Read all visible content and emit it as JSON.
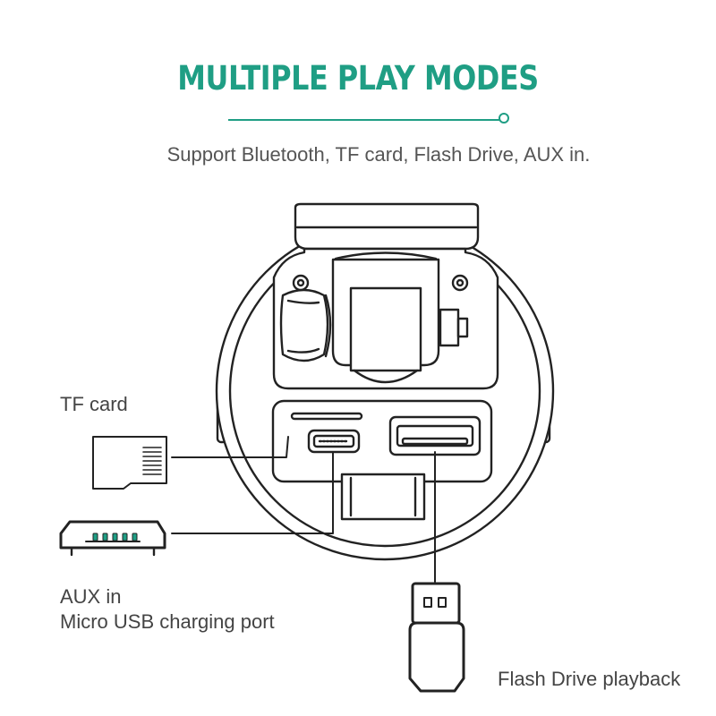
{
  "header": {
    "title": "MULTIPLE PLAY MODES",
    "subtitle": "Support Bluetooth, TF card, Flash Drive, AUX in."
  },
  "labels": {
    "tf_card": "TF card",
    "aux_in": "AUX in",
    "micro_usb": "Micro USB charging port",
    "flash_drive": "Flash Drive playback"
  },
  "colors": {
    "accent": "#1f9e84",
    "line": "#222222",
    "text": "#555555"
  },
  "icons": [
    "tf-card-icon",
    "micro-usb-plug-icon",
    "usb-flash-drive-icon",
    "fm-transmitter-device"
  ]
}
